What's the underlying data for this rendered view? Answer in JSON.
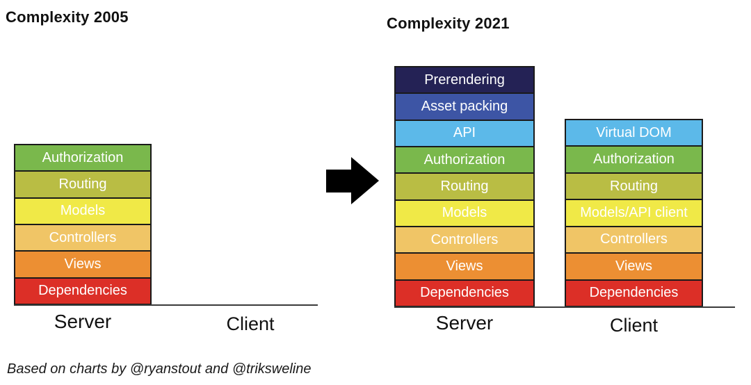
{
  "styles": {
    "border_color": "#1a1a1a",
    "axis_color": "#3a3a3a",
    "arrow_color": "#000000",
    "title_color": "#111111",
    "segment_text_color": "#ffffff"
  },
  "footer": {
    "credit": "Based on charts by @ryanstout and @triksweline"
  },
  "charts": [
    {
      "title": "Complexity 2005",
      "x_labels": [
        "Server",
        "Client"
      ],
      "bars": [
        {
          "category": "Server",
          "segments": [
            {
              "label": "Authorization",
              "color": "#7ab84c"
            },
            {
              "label": "Routing",
              "color": "#b9bd44"
            },
            {
              "label": "Models",
              "color": "#f0e947"
            },
            {
              "label": "Controllers",
              "color": "#f0c566"
            },
            {
              "label": "Views",
              "color": "#ec8f33"
            },
            {
              "label": "Dependencies",
              "color": "#dc2f27"
            }
          ]
        },
        {
          "category": "Client",
          "segments": []
        }
      ]
    },
    {
      "title": "Complexity 2021",
      "x_labels": [
        "Server",
        "Client"
      ],
      "bars": [
        {
          "category": "Server",
          "segments": [
            {
              "label": "Prerendering",
              "color": "#242255"
            },
            {
              "label": "Asset packing",
              "color": "#3d55a5"
            },
            {
              "label": "API",
              "color": "#5cb9e9"
            },
            {
              "label": "Authorization",
              "color": "#7ab84c"
            },
            {
              "label": "Routing",
              "color": "#b9bd44"
            },
            {
              "label": "Models",
              "color": "#f0e947"
            },
            {
              "label": "Controllers",
              "color": "#f0c566"
            },
            {
              "label": "Views",
              "color": "#ec8f33"
            },
            {
              "label": "Dependencies",
              "color": "#dc2f27"
            }
          ]
        },
        {
          "category": "Client",
          "segments": [
            {
              "label": "Virtual DOM",
              "color": "#5cb9e9"
            },
            {
              "label": "Authorization",
              "color": "#7ab84c"
            },
            {
              "label": "Routing",
              "color": "#b9bd44"
            },
            {
              "label": "Models/API client",
              "color": "#f0e947"
            },
            {
              "label": "Controllers",
              "color": "#f0c566"
            },
            {
              "label": "Views",
              "color": "#ec8f33"
            },
            {
              "label": "Dependencies",
              "color": "#dc2f27"
            }
          ]
        }
      ]
    }
  ],
  "chart_data": [
    {
      "type": "bar",
      "stacked": true,
      "title": "Complexity 2005",
      "categories": [
        "Server",
        "Client"
      ],
      "layer_value": 1,
      "stacks": {
        "Server": [
          "Dependencies",
          "Views",
          "Controllers",
          "Models",
          "Routing",
          "Authorization"
        ],
        "Client": []
      },
      "totals": {
        "Server": 6,
        "Client": 0
      },
      "xlabel": "",
      "ylabel": "",
      "grid": false,
      "legend": "none",
      "segment_colors": {
        "Dependencies": "#dc2f27",
        "Views": "#ec8f33",
        "Controllers": "#f0c566",
        "Models": "#f0e947",
        "Routing": "#b9bd44",
        "Authorization": "#7ab84c"
      }
    },
    {
      "type": "bar",
      "stacked": true,
      "title": "Complexity 2021",
      "categories": [
        "Server",
        "Client"
      ],
      "layer_value": 1,
      "stacks": {
        "Server": [
          "Dependencies",
          "Views",
          "Controllers",
          "Models",
          "Routing",
          "Authorization",
          "API",
          "Asset packing",
          "Prerendering"
        ],
        "Client": [
          "Dependencies",
          "Views",
          "Controllers",
          "Models/API client",
          "Routing",
          "Authorization",
          "Virtual DOM"
        ]
      },
      "totals": {
        "Server": 9,
        "Client": 7
      },
      "xlabel": "",
      "ylabel": "",
      "grid": false,
      "legend": "none",
      "segment_colors": {
        "Dependencies": "#dc2f27",
        "Views": "#ec8f33",
        "Controllers": "#f0c566",
        "Models": "#f0e947",
        "Models/API client": "#f0e947",
        "Routing": "#b9bd44",
        "Authorization": "#7ab84c",
        "API": "#5cb9e9",
        "Virtual DOM": "#5cb9e9",
        "Asset packing": "#3d55a5",
        "Prerendering": "#242255"
      }
    }
  ]
}
